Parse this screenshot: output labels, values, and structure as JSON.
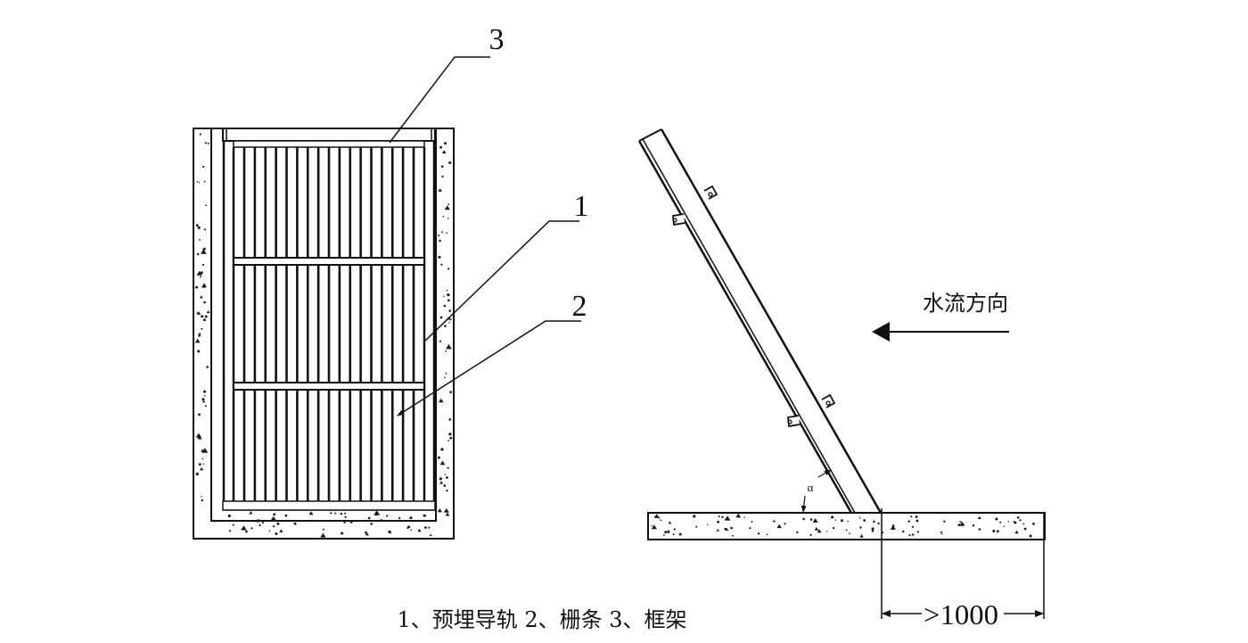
{
  "front_view": {
    "callouts": [
      {
        "id": "3",
        "label": "3",
        "target": "frame"
      },
      {
        "id": "1",
        "label": "1",
        "target": "embedded-guide-rail"
      },
      {
        "id": "2",
        "label": "2",
        "target": "grate-bars"
      }
    ],
    "bar_count": 17,
    "crossbar_count": 2
  },
  "side_view": {
    "angle_label": "α",
    "flow_label": "水流方向",
    "dimension_label": ">1000"
  },
  "legend": {
    "text": "1、预埋导轨 2、栅条 3、框架",
    "items": [
      {
        "num": "1",
        "name": "预埋导轨"
      },
      {
        "num": "2",
        "name": "栅条"
      },
      {
        "num": "3",
        "name": "框架"
      }
    ]
  },
  "colors": {
    "line": "#111111",
    "concrete_speckle": "#1a1a1a",
    "background": "#ffffff"
  }
}
